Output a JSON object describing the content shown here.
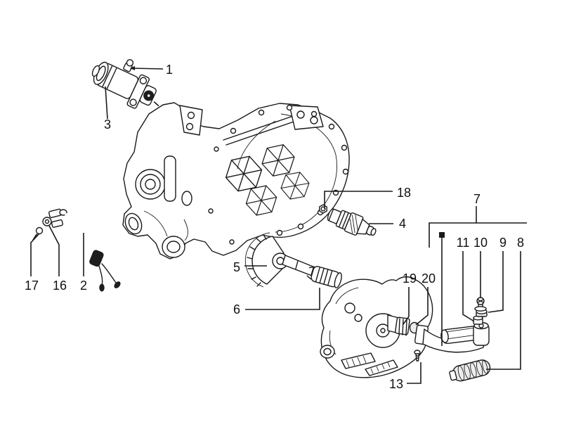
{
  "figure": {
    "background_color": "#ffffff",
    "line_color": "#1a1a1a"
  },
  "callouts": [
    {
      "label": "1"
    },
    {
      "label": "2"
    },
    {
      "label": "3"
    },
    {
      "label": "4"
    },
    {
      "label": "5"
    },
    {
      "label": "6"
    },
    {
      "label": "7"
    },
    {
      "label": "8"
    },
    {
      "label": "9"
    },
    {
      "label": "10"
    },
    {
      "label": "11"
    },
    {
      "label": "13"
    },
    {
      "label": "16"
    },
    {
      "label": "17"
    },
    {
      "label": "18"
    },
    {
      "label": "19"
    },
    {
      "label": "20"
    }
  ]
}
